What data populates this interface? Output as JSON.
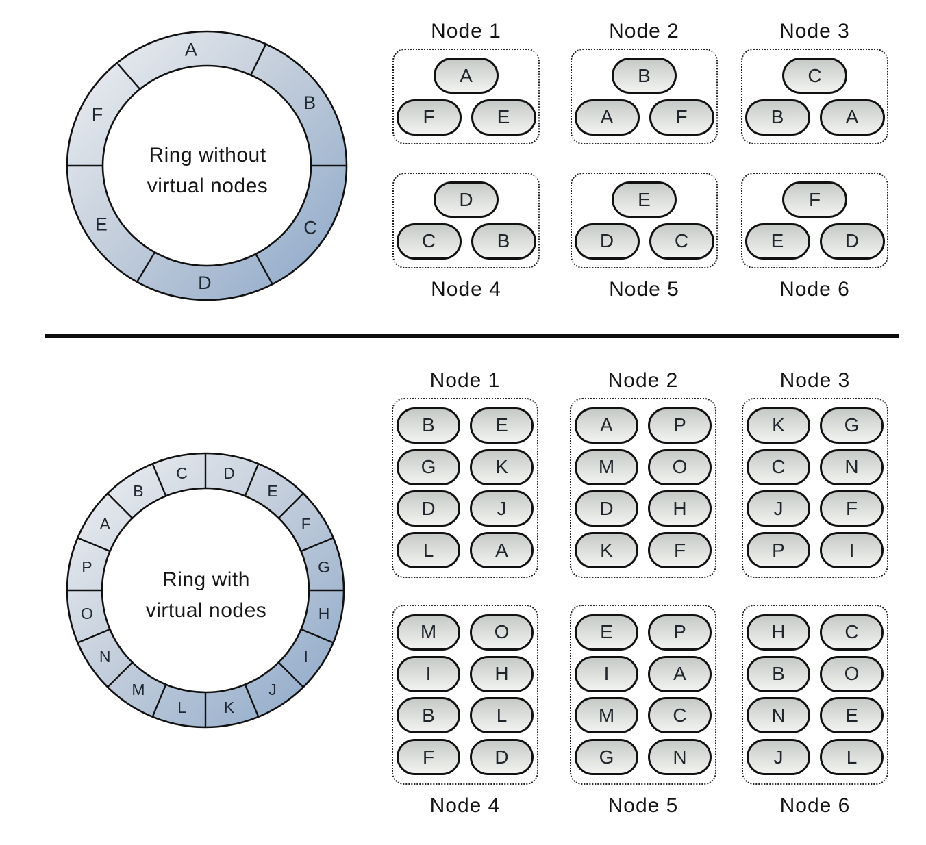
{
  "top_section": {
    "ring": {
      "title_line1": "Ring without",
      "title_line2": "virtual nodes",
      "segments_clockwise_from_top": [
        "A",
        "B",
        "C",
        "D",
        "E",
        "F"
      ]
    },
    "nodes": [
      {
        "label": "Node 1",
        "rows": [
          [
            "A"
          ],
          [
            "F",
            "E"
          ]
        ]
      },
      {
        "label": "Node 2",
        "rows": [
          [
            "B"
          ],
          [
            "A",
            "F"
          ]
        ]
      },
      {
        "label": "Node 3",
        "rows": [
          [
            "C"
          ],
          [
            "B",
            "A"
          ]
        ]
      },
      {
        "label": "Node 4",
        "rows": [
          [
            "D"
          ],
          [
            "C",
            "B"
          ]
        ]
      },
      {
        "label": "Node 5",
        "rows": [
          [
            "E"
          ],
          [
            "D",
            "C"
          ]
        ]
      },
      {
        "label": "Node 6",
        "rows": [
          [
            "F"
          ],
          [
            "E",
            "D"
          ]
        ]
      }
    ]
  },
  "bottom_section": {
    "ring": {
      "title_line1": "Ring with",
      "title_line2": "virtual nodes",
      "segments_clockwise_from_top": [
        "D",
        "E",
        "F",
        "G",
        "H",
        "I",
        "J",
        "K",
        "L",
        "M",
        "N",
        "O",
        "P",
        "A",
        "B",
        "C"
      ]
    },
    "nodes": [
      {
        "label": "Node 1",
        "rows": [
          [
            "B",
            "E"
          ],
          [
            "G",
            "K"
          ],
          [
            "D",
            "J"
          ],
          [
            "L",
            "A"
          ]
        ]
      },
      {
        "label": "Node 2",
        "rows": [
          [
            "A",
            "P"
          ],
          [
            "M",
            "O"
          ],
          [
            "D",
            "H"
          ],
          [
            "K",
            "F"
          ]
        ]
      },
      {
        "label": "Node 3",
        "rows": [
          [
            "K",
            "G"
          ],
          [
            "C",
            "N"
          ],
          [
            "J",
            "F"
          ],
          [
            "P",
            "I"
          ]
        ]
      },
      {
        "label": "Node 4",
        "rows": [
          [
            "M",
            "O"
          ],
          [
            "I",
            "H"
          ],
          [
            "B",
            "L"
          ],
          [
            "F",
            "D"
          ]
        ]
      },
      {
        "label": "Node 5",
        "rows": [
          [
            "E",
            "P"
          ],
          [
            "I",
            "A"
          ],
          [
            "M",
            "C"
          ],
          [
            "G",
            "N"
          ]
        ]
      },
      {
        "label": "Node 6",
        "rows": [
          [
            "H",
            "C"
          ],
          [
            "B",
            "O"
          ],
          [
            "N",
            "E"
          ],
          [
            "J",
            "L"
          ]
        ]
      }
    ]
  },
  "colors": {
    "ring_gradient_start": "#f0f2f4",
    "ring_gradient_end": "#8aa6c8",
    "pill_gradient_start": "#c6cac6",
    "pill_gradient_end": "#f2f3f0",
    "outline": "#111111",
    "ring_letter": "#1e2630",
    "divider": "#0b0b0b"
  }
}
